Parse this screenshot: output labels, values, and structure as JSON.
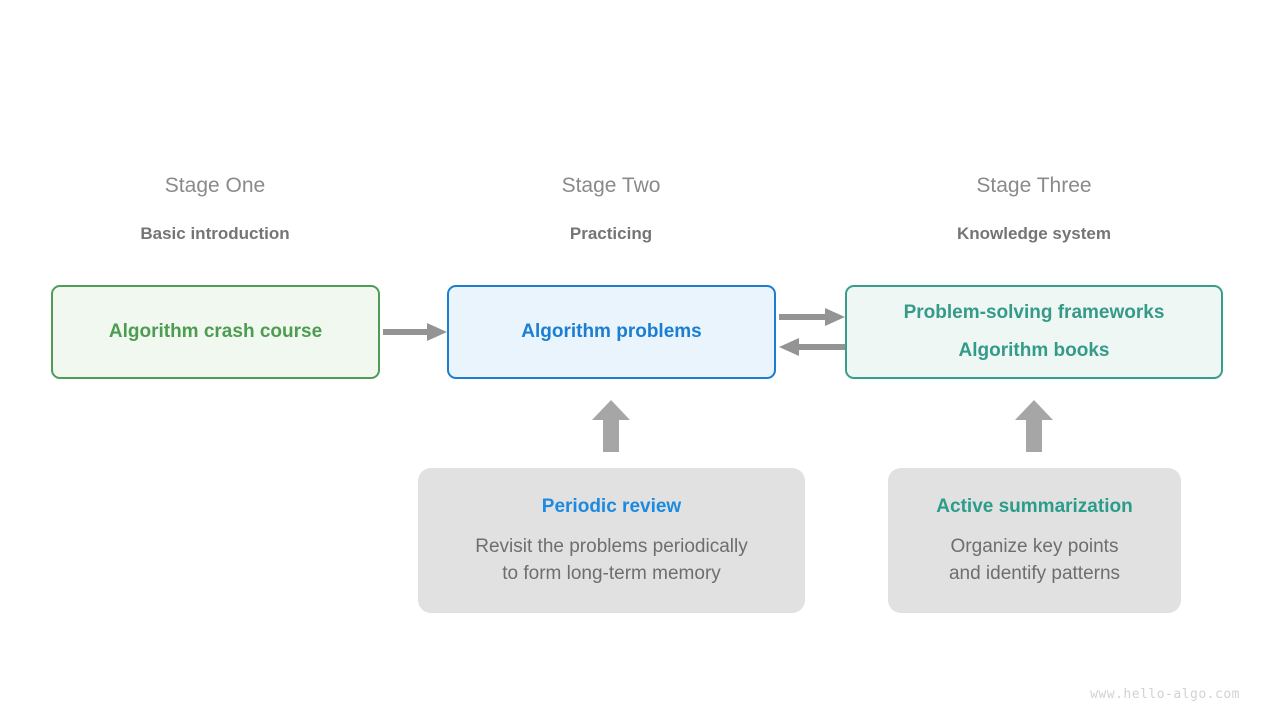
{
  "diagram": {
    "background_color": "#ffffff",
    "arrow_color": "#949494",
    "stages": [
      {
        "title": "Stage One",
        "subtitle": "Basic introduction",
        "box_lines": [
          "Algorithm crash course"
        ],
        "accent_color": "#4d9c52",
        "fill_color": "#f1f8f0"
      },
      {
        "title": "Stage Two",
        "subtitle": "Practicing",
        "box_lines": [
          "Algorithm problems"
        ],
        "accent_color": "#1b7ed0",
        "fill_color": "#e9f4fd"
      },
      {
        "title": "Stage Three",
        "subtitle": "Knowledge system",
        "box_lines": [
          "Problem-solving frameworks",
          "Algorithm books"
        ],
        "accent_color": "#359a88",
        "fill_color": "#eef7f4"
      }
    ],
    "notes": [
      {
        "title": "Periodic review",
        "title_color": "#1b8ae0",
        "body_lines": [
          "Revisit the problems periodically",
          "to form long-term memory"
        ],
        "fill_color": "#e1e1e1"
      },
      {
        "title": "Active summarization",
        "title_color": "#2a9d8a",
        "body_lines": [
          "Organize key points",
          "and identify patterns"
        ],
        "fill_color": "#e1e1e1"
      }
    ],
    "watermark": "www.hello-algo.com"
  }
}
